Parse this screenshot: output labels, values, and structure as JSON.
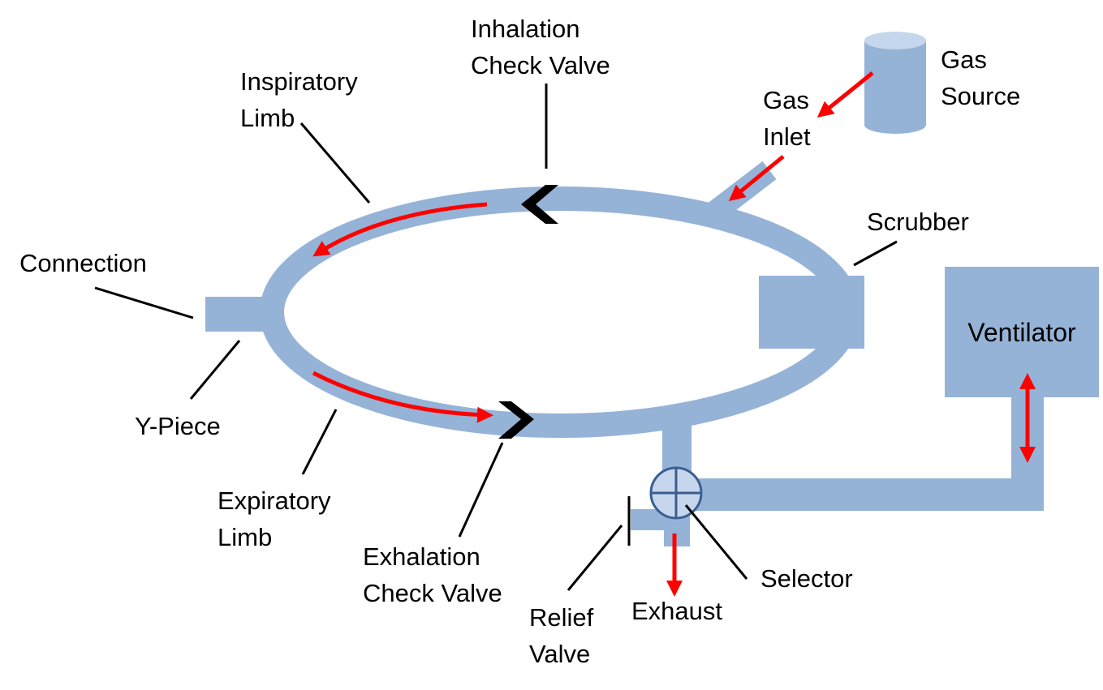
{
  "colors": {
    "tube": "#95b3d7",
    "tube_dark": "#3a5f8f",
    "flow_arrow": "#ff0000",
    "valve": "#000000",
    "leader_line": "#000000",
    "background": "#ffffff",
    "source_top": "#c6d6ec"
  },
  "labels": {
    "inhalation_valve": [
      "Inhalation",
      "Check Valve"
    ],
    "inspiratory_limb": [
      "Inspiratory",
      "Limb"
    ],
    "gas_inlet": [
      "Gas",
      "Inlet"
    ],
    "gas_source": [
      "Gas",
      "Source"
    ],
    "scrubber": "Scrubber",
    "ventilator": "Ventilator",
    "connection": "Connection",
    "y_piece": "Y-Piece",
    "expiratory_limb": [
      "Expiratory",
      "Limb"
    ],
    "exhalation_valve": [
      "Exhalation",
      "Check Valve"
    ],
    "relief_valve": [
      "Relief",
      "Valve"
    ],
    "exhaust": "Exhaust",
    "selector": "Selector"
  },
  "icons": {
    "gas_source": "cylinder-icon",
    "selector": "circle-cross-icon",
    "check_valve": "chevron-icon"
  }
}
